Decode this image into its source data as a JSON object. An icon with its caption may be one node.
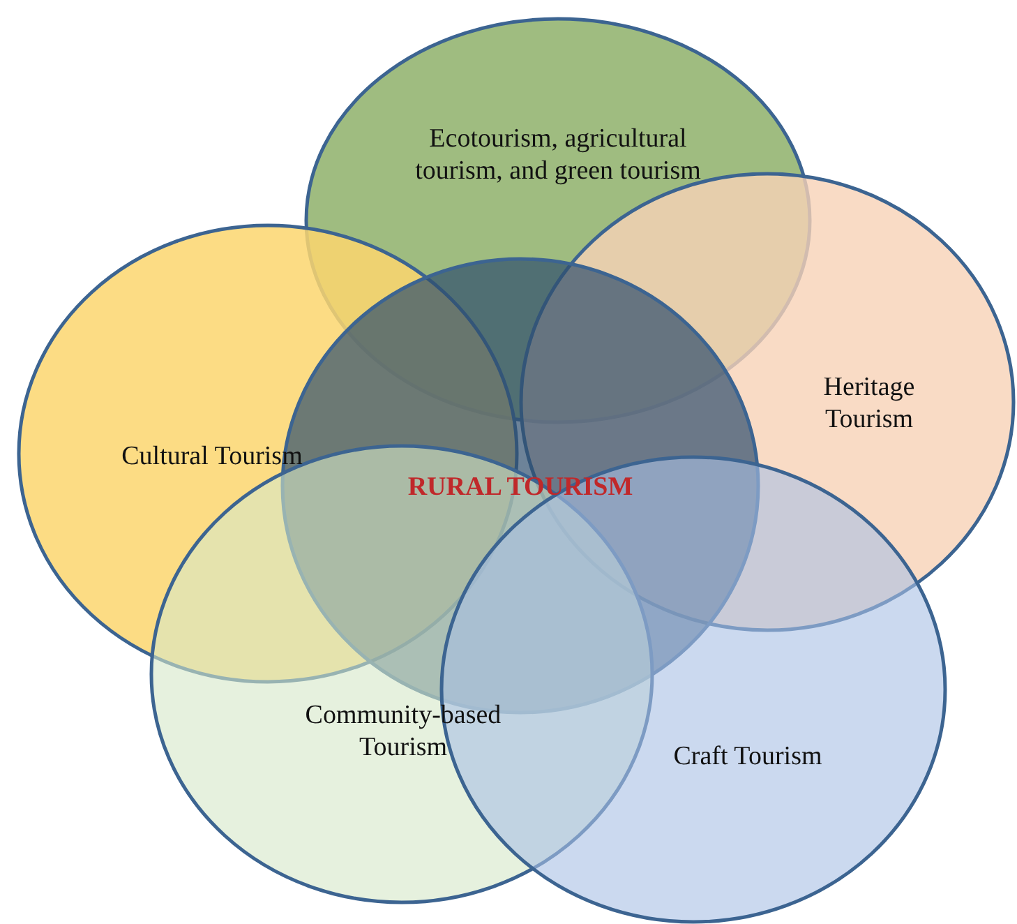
{
  "diagram": {
    "nodes": [
      {
        "text": [
          "Ecotourism, agricultural tourism, and green tourism"
        ]
      },
      {
        "text": [
          "Cultural Tourism"
        ]
      },
      {
        "text": [
          "Heritage Tourism"
        ]
      },
      {
        "text": [
          "RURAL TOURISM"
        ]
      },
      {
        "text": [
          "Community-based Tourism"
        ]
      },
      {
        "text": [
          "Craft Tourism"
        ]
      }
    ]
  }
}
